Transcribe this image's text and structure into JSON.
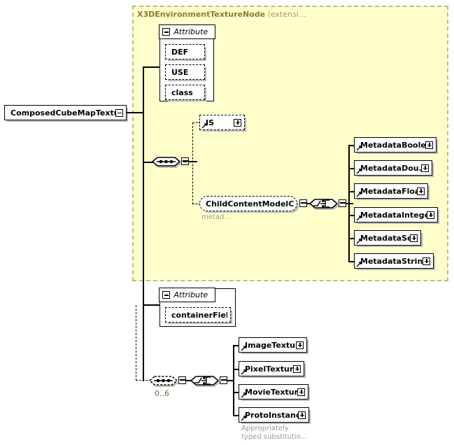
{
  "diagram": {
    "type": "xsd-schema-tree",
    "root": {
      "label": "ComposedCubeMapTextu...",
      "control": "minus"
    },
    "extension_region": {
      "title": "X3DEnvironmentTextureNode",
      "title_suffix": " (extensi...",
      "background": "#ffffcc",
      "border_color": "#c8b882"
    },
    "attribute_group_1": {
      "header": "Attribute",
      "control": "minus",
      "items": [
        {
          "label": "DEF"
        },
        {
          "label": "USE"
        },
        {
          "label": "class"
        }
      ]
    },
    "sequence_1": {
      "icon": "sequence-icon",
      "control": "minus"
    },
    "is_node": {
      "label": "IS",
      "control": "plus"
    },
    "child_content_model": {
      "label": "ChildContentModelC...",
      "control": "minus",
      "annotation": "metad..."
    },
    "choice_1": {
      "icon": "choice-icon",
      "control": "minus"
    },
    "metadata_nodes": [
      {
        "label": "MetadataBoole...",
        "control": "plus"
      },
      {
        "label": "MetadataDou...",
        "control": "plus"
      },
      {
        "label": "MetadataFloat",
        "control": "plus"
      },
      {
        "label": "MetadataInteger",
        "control": "plus"
      },
      {
        "label": "MetadataSet",
        "control": "plus"
      },
      {
        "label": "MetadataString",
        "control": "plus"
      }
    ],
    "attribute_group_2": {
      "header": "Attribute",
      "control": "minus",
      "items": [
        {
          "label": "containerField"
        }
      ]
    },
    "sequence_2": {
      "icon": "sequence-icon",
      "control": "minus",
      "cardinality": "0..6"
    },
    "choice_2": {
      "icon": "choice-icon",
      "control": "minus"
    },
    "texture_nodes": [
      {
        "label": "ImageTexture",
        "control": "plus"
      },
      {
        "label": "PixelTexture",
        "control": "plus"
      },
      {
        "label": "MovieTexture",
        "control": "plus"
      },
      {
        "label": "ProtoInstance",
        "control": "plus"
      }
    ],
    "texture_annotation": "Appropriately\ntyped substitutio..."
  }
}
